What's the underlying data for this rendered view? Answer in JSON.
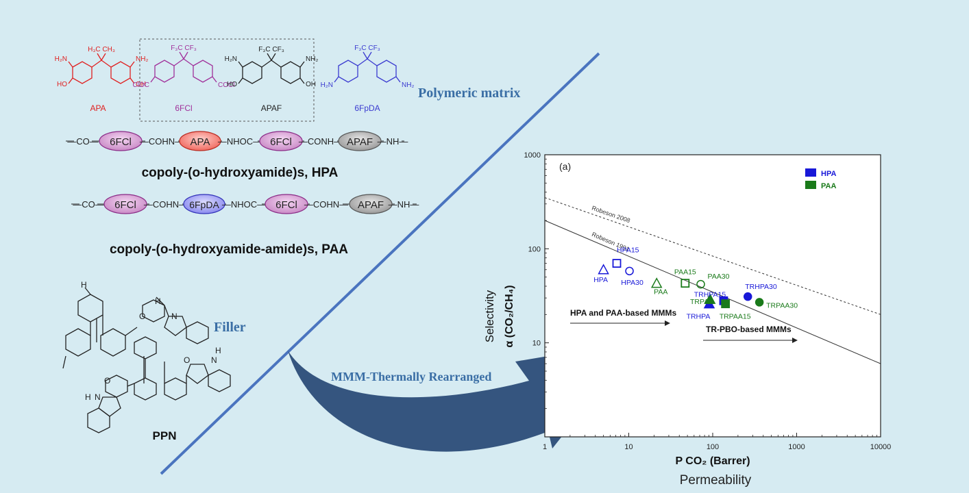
{
  "colors": {
    "background": "#d6ebf2",
    "apa": "#e02020",
    "fcl": "#a0309a",
    "apaf": "#222222",
    "fpda": "#3a3ad0",
    "section_title": "#3a6ea5",
    "divider": "#4a74bf",
    "arrow": "#35557f",
    "hpa": "#1818d8",
    "paa": "#1a7a1a"
  },
  "monomers": {
    "apa": {
      "name": "APA",
      "top": "H₃C  CH₃",
      "left": "H₂N",
      "right": "NH₂",
      "bl": "HO",
      "br": "OH"
    },
    "fcl": {
      "name": "6FCl",
      "top": "F₃C  CF₃",
      "bl": "ClOC",
      "br": "COCl"
    },
    "apaf": {
      "name": "APAF",
      "top": "F₃C  CF₃",
      "left": "H₂N",
      "right": "NH₂",
      "bl": "HO",
      "br": "OH"
    },
    "fpda": {
      "name": "6FpDA",
      "top": "F₃C  CF₃",
      "bl": "H₂N",
      "br": "NH₂"
    }
  },
  "chain_hpa": {
    "units": [
      "6FCl",
      "APA",
      "6FCl",
      "APAF"
    ],
    "links": [
      "—CO—",
      "—COHN—",
      "—NHOC—",
      "—CONH—",
      "—NH—"
    ],
    "caption": "copoly-(o-hydroxyamide)s, HPA"
  },
  "chain_paa": {
    "units": [
      "6FCl",
      "6FpDA",
      "6FCl",
      "APAF"
    ],
    "links": [
      "—CO—",
      "—COHN—",
      "—NHOC—",
      "—COHN—",
      "—NH—"
    ],
    "caption": "copoly-(o-hydroxyamide-amide)s, PAA"
  },
  "labels": {
    "polymeric_matrix": "Polymeric matrix",
    "filler": "Filler",
    "ppn": "PPN",
    "mmm": "MMM-Thermally Rearranged",
    "permeability": "Permeability",
    "ppn_atoms": [
      "H",
      "H",
      "O",
      "N",
      "O",
      "N",
      "H",
      "O",
      "N",
      "H"
    ]
  },
  "chart_data": {
    "type": "scatter",
    "panel_label": "(a)",
    "xlabel": "P CO₂ (Barrer)",
    "ylabel_line1": "Selectivity",
    "ylabel_line2": "α (CO₂/CH₄)",
    "xscale": "log",
    "yscale": "log",
    "xlim": [
      1,
      10000
    ],
    "ylim": [
      1,
      1000
    ],
    "xticks": [
      "1",
      "10",
      "100",
      "1000",
      "10000"
    ],
    "yticks": [
      "1",
      "10",
      "100",
      "1000"
    ],
    "legend": {
      "position": "top-right",
      "entries": [
        "HPA",
        "PAA"
      ]
    },
    "points": [
      {
        "label": "HPA",
        "x": 5.0,
        "y": 60,
        "marker": "triangle-open",
        "series": "HPA"
      },
      {
        "label": "HPA15",
        "x": 7.2,
        "y": 70,
        "marker": "square-open",
        "series": "HPA"
      },
      {
        "label": "HPA30",
        "x": 10.2,
        "y": 58,
        "marker": "circle-open",
        "series": "HPA"
      },
      {
        "label": "PAA",
        "x": 21.5,
        "y": 43,
        "marker": "triangle-open",
        "series": "PAA"
      },
      {
        "label": "PAA15",
        "x": 47,
        "y": 43,
        "marker": "square-open",
        "series": "PAA"
      },
      {
        "label": "PAA30",
        "x": 72,
        "y": 42,
        "marker": "circle-open",
        "series": "PAA"
      },
      {
        "label": "TRHPA",
        "x": 91,
        "y": 26,
        "marker": "triangle-filled",
        "series": "HPA"
      },
      {
        "label": "TRPAA",
        "x": 93,
        "y": 29,
        "marker": "triangle-filled",
        "series": "PAA"
      },
      {
        "label": "TRHPA15",
        "x": 135,
        "y": 28,
        "marker": "square-filled",
        "series": "HPA"
      },
      {
        "label": "TRPAA15",
        "x": 142,
        "y": 26,
        "marker": "square-filled",
        "series": "PAA"
      },
      {
        "label": "TRHPA30",
        "x": 262,
        "y": 31,
        "marker": "circle-filled",
        "series": "HPA"
      },
      {
        "label": "TRPAA30",
        "x": 360,
        "y": 27,
        "marker": "circle-filled",
        "series": "PAA"
      }
    ],
    "lines": [
      {
        "label": "Robeson 2008",
        "x": [
          1,
          10000
        ],
        "y": [
          350,
          20
        ],
        "style": "dashed"
      },
      {
        "label": "Robeson 1991",
        "x": [
          1,
          10000
        ],
        "y": [
          200,
          6
        ],
        "style": "solid"
      }
    ],
    "annotations": [
      "HPA and PAA-based MMMs",
      "TR-PBO-based MMMs"
    ]
  }
}
